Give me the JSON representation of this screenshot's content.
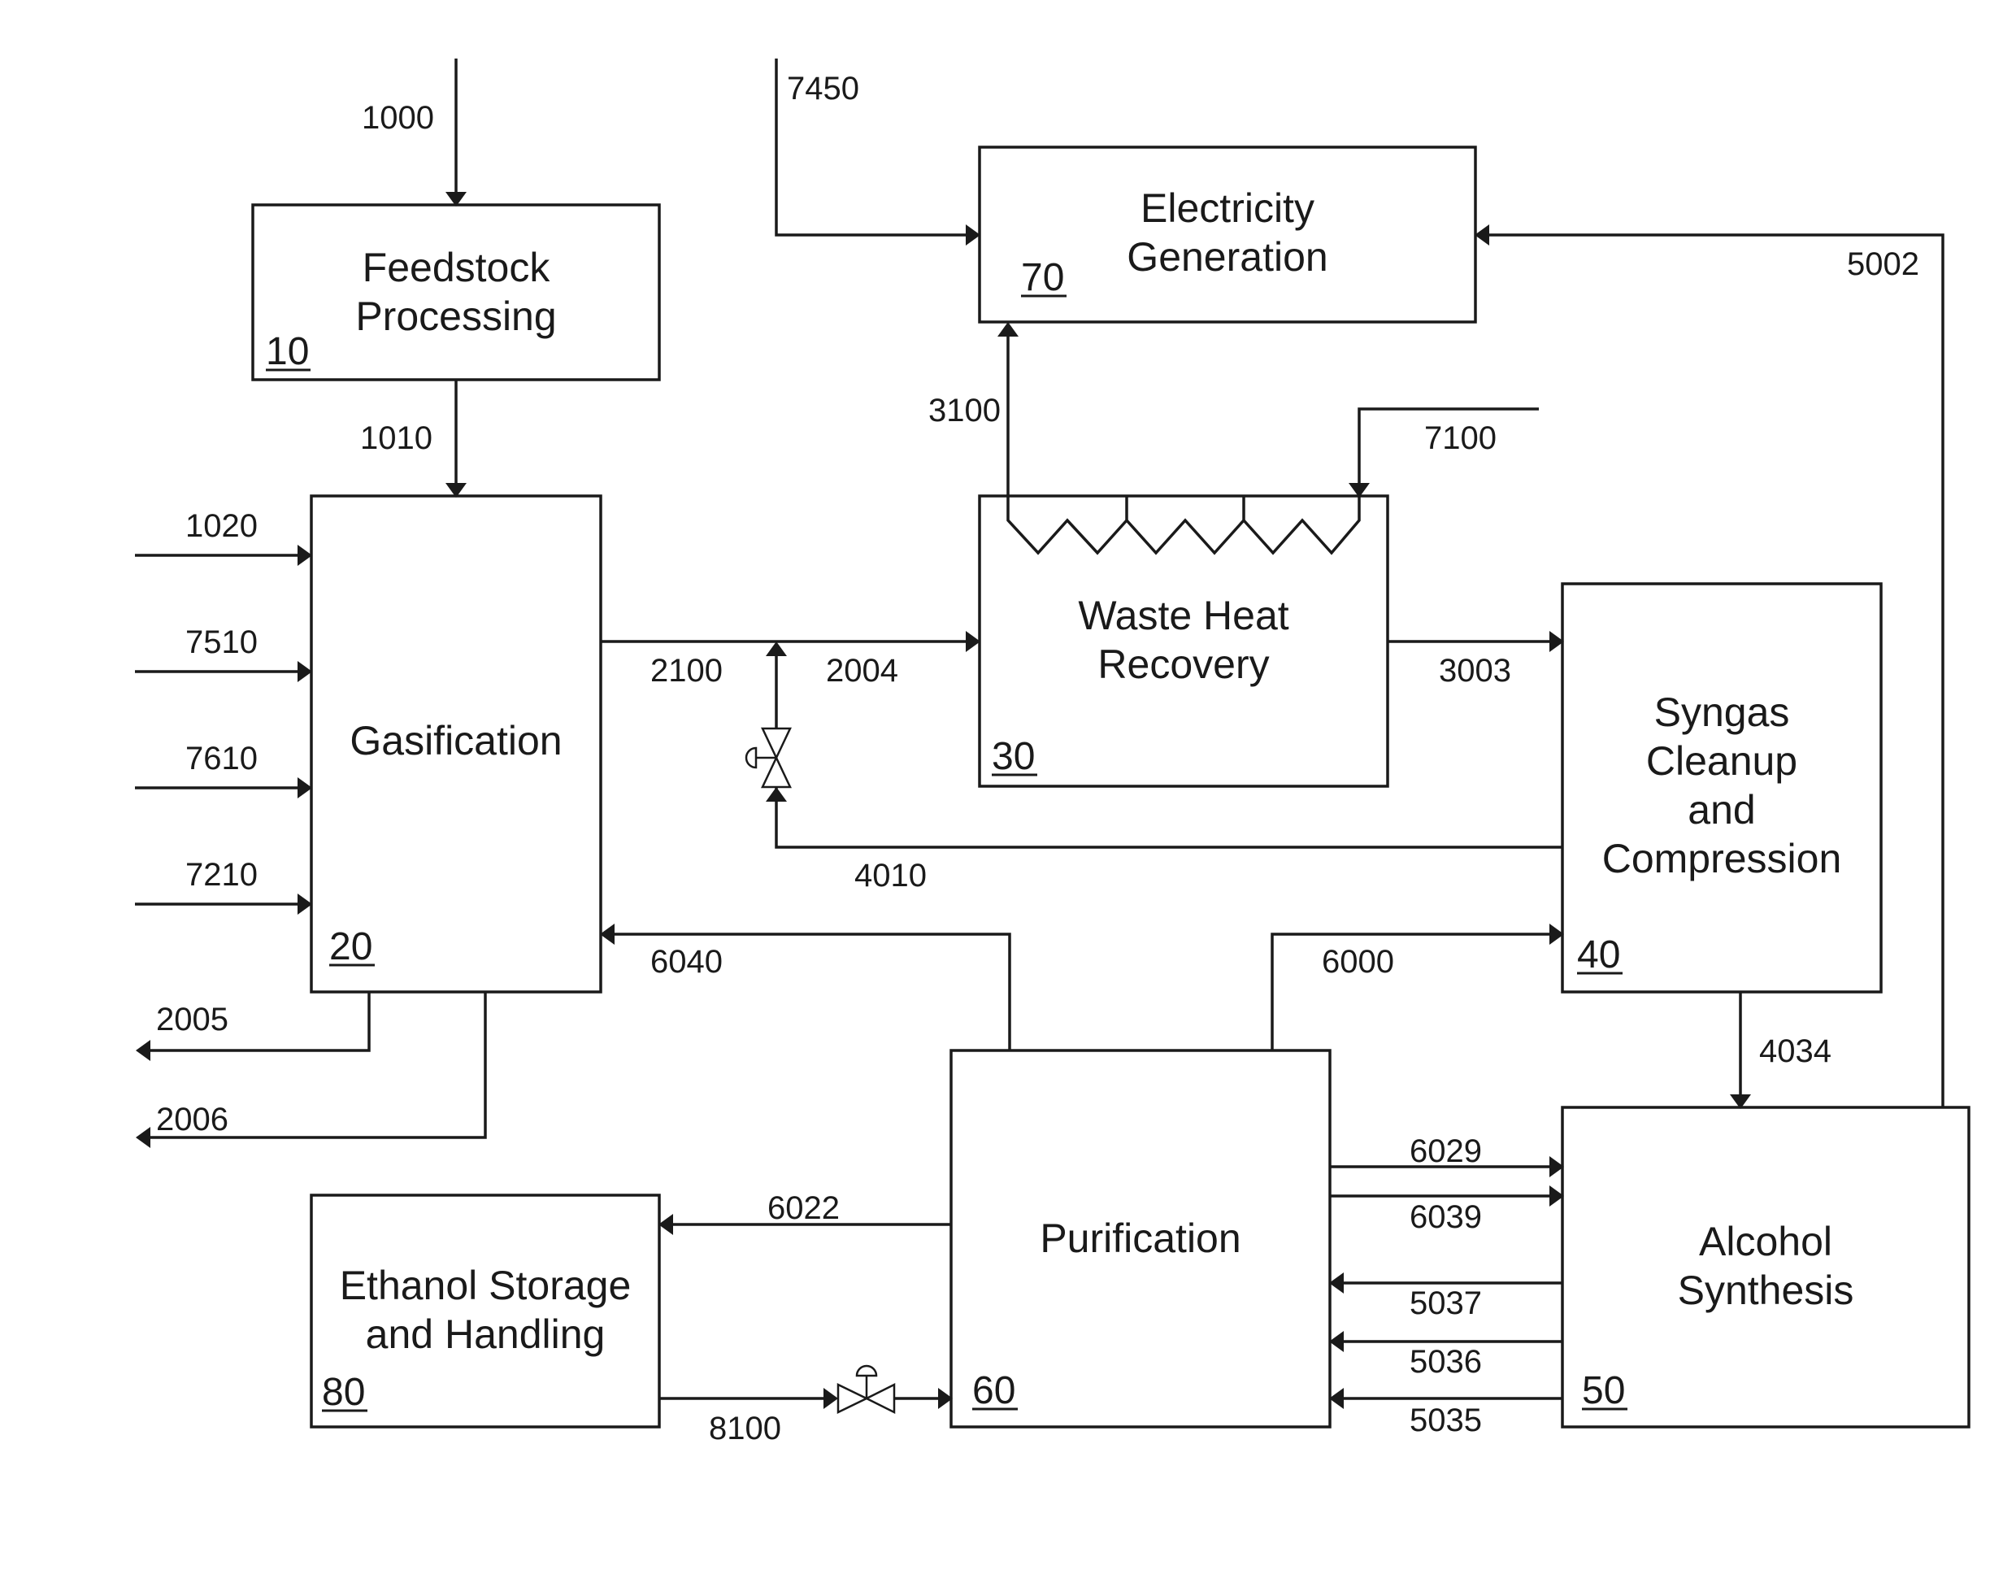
{
  "blocks": {
    "feedstock": {
      "line1": "Feedstock",
      "line2": "Processing",
      "number": "10"
    },
    "gasification": {
      "line1": "Gasification",
      "number": "20"
    },
    "waste_heat": {
      "line1": "Waste Heat",
      "line2": "Recovery",
      "number": "30"
    },
    "syngas": {
      "line1": "Syngas",
      "line2": "Cleanup",
      "line3": "and",
      "line4": "Compression",
      "number": "40"
    },
    "alcohol": {
      "line1": "Alcohol",
      "line2": "Synthesis",
      "number": "50"
    },
    "purification": {
      "line1": "Purification",
      "number": "60"
    },
    "electricity": {
      "line1": "Electricity",
      "line2": "Generation",
      "number": "70"
    },
    "ethanol": {
      "line1": "Ethanol Storage",
      "line2": "and Handling",
      "number": "80"
    }
  },
  "streams": {
    "s1000": "1000",
    "s1010": "1010",
    "s1020": "1020",
    "s7510": "7510",
    "s7610": "7610",
    "s7210": "7210",
    "s2005": "2005",
    "s2006": "2006",
    "s2100": "2100",
    "s2004": "2004",
    "s4010": "4010",
    "s6040": "6040",
    "s7450": "7450",
    "s3100": "3100",
    "s7100": "7100",
    "s5002": "5002",
    "s3003": "3003",
    "s6000": "6000",
    "s4034": "4034",
    "s6029": "6029",
    "s6039": "6039",
    "s5037": "5037",
    "s5036": "5036",
    "s5035": "5035",
    "s6022": "6022",
    "s8100": "8100"
  }
}
